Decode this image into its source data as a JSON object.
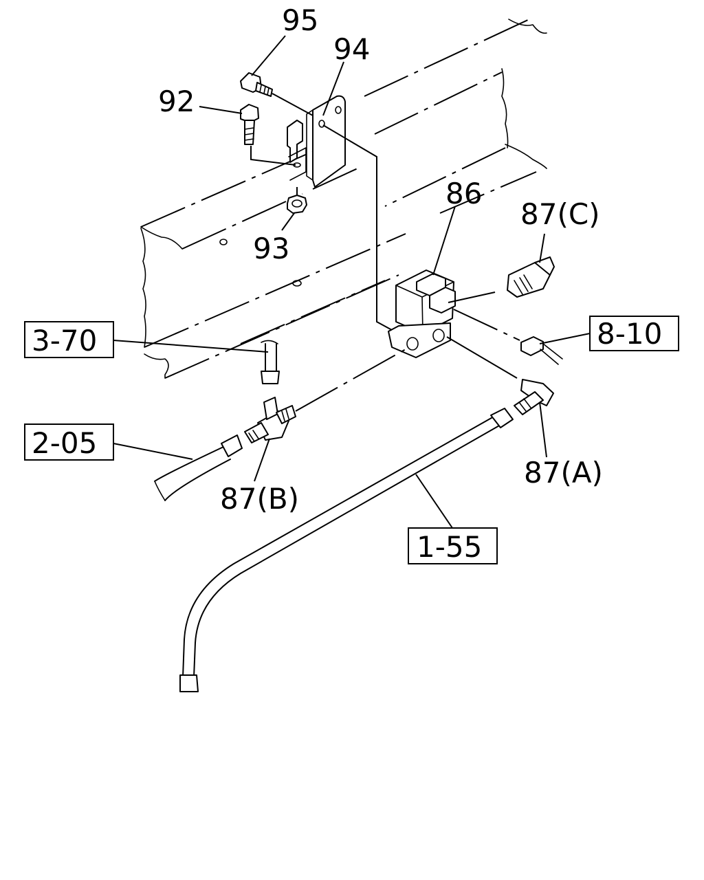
{
  "part_labels": {
    "p95": "95",
    "p94": "94",
    "p92": "92",
    "p93": "93",
    "p86": "86",
    "p87c": "87(C)",
    "p87a": "87(A)",
    "p87b": "87(B)"
  },
  "ref_boxes": {
    "r370": "3-70",
    "r810": "8-10",
    "r205": "2-05",
    "r155": "1-55"
  },
  "colors": {
    "line": "#000000",
    "background": "#ffffff"
  }
}
